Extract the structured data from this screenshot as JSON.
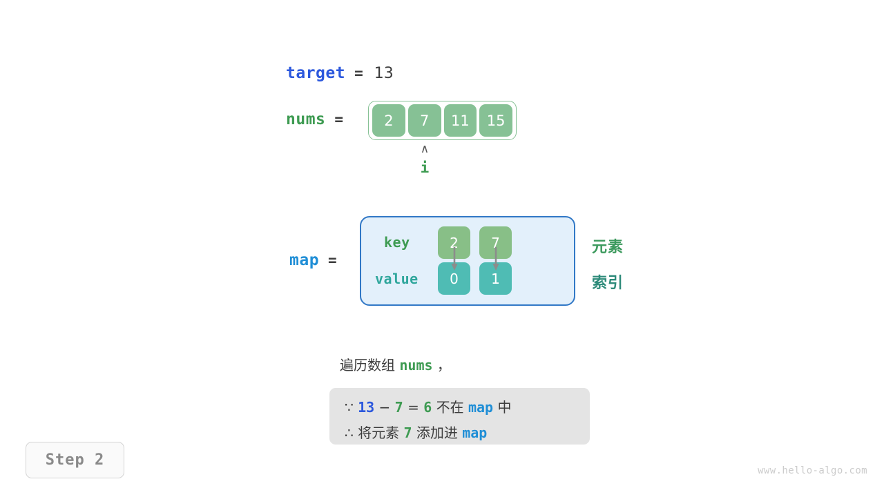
{
  "target": {
    "name": "target",
    "equals": "=",
    "value": "13"
  },
  "nums": {
    "name": "nums",
    "equals": "=",
    "cells": [
      "2",
      "7",
      "11",
      "15"
    ],
    "pointer": {
      "caret": "∧",
      "label": "i",
      "index": 1
    }
  },
  "map": {
    "name": "map",
    "equals": "=",
    "row_labels": {
      "key": "key",
      "value": "value"
    },
    "keys": [
      "2",
      "7"
    ],
    "values": [
      "0",
      "1"
    ],
    "side_labels": {
      "element": "元素",
      "index": "索引"
    }
  },
  "caption": {
    "prefix": "遍历数组",
    "code": "nums",
    "suffix": "，"
  },
  "explanation": {
    "line1": {
      "symbol": "∵",
      "a": "13",
      "minus": "−",
      "b": "7",
      "eq": "=",
      "result": "6",
      "mid": "不在",
      "map": "map",
      "end": "中"
    },
    "line2": {
      "symbol": "∴",
      "pre": "将元素",
      "elem": "7",
      "mid": "添加进",
      "map": "map"
    }
  },
  "step_badge": "Step 2",
  "watermark": "www.hello-algo.com",
  "colors": {
    "target_blue": "#2c58dd",
    "map_blue": "#1f8ed6",
    "green": "#3e9b52",
    "cell_green": "#86c195",
    "key_green": "#88bf87",
    "value_teal": "#4fbcb4",
    "teal_label": "#2e8b7a",
    "map_box_bg": "#e3f0fb",
    "map_box_border": "#3178c6",
    "explain_bg": "#e4e4e4",
    "badge_text": "#8a8a8a",
    "watermark": "#cccccc",
    "text": "#3c3c3c"
  }
}
